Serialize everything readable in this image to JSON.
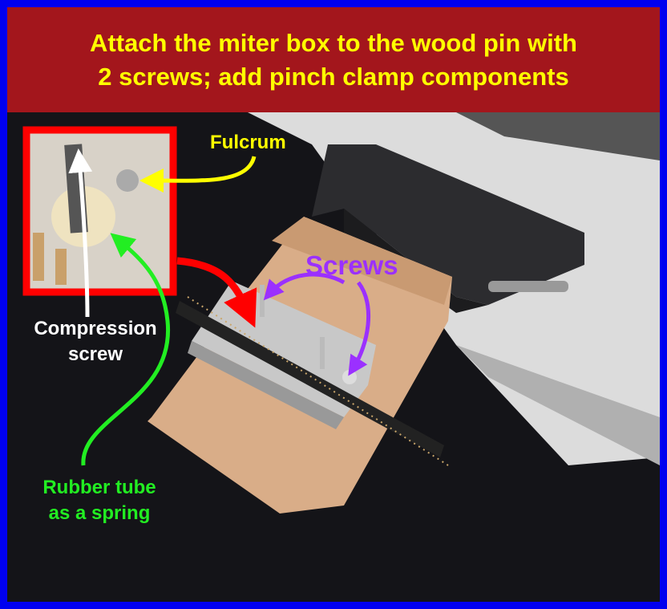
{
  "title": "Attach the miter box to the wood pin with 2 screws; add pinch clamp components",
  "title_line1": "Attach the miter box to the wood pin with",
  "title_line2": "2 screws; add pinch clamp components",
  "labels": {
    "fulcrum": "Fulcrum",
    "compression_screw_1": "Compression",
    "compression_screw_2": "screw",
    "screws": "Screws",
    "rubber_tube_1": "Rubber tube",
    "rubber_tube_2": "as a spring"
  },
  "colors": {
    "border": "#0000f0",
    "header": "#a3161c",
    "title": "#ffff00",
    "fulcrum": "#ffff00",
    "screws": "#9b30ff",
    "rubber": "#22ee22",
    "inset_border": "#ff0000"
  }
}
